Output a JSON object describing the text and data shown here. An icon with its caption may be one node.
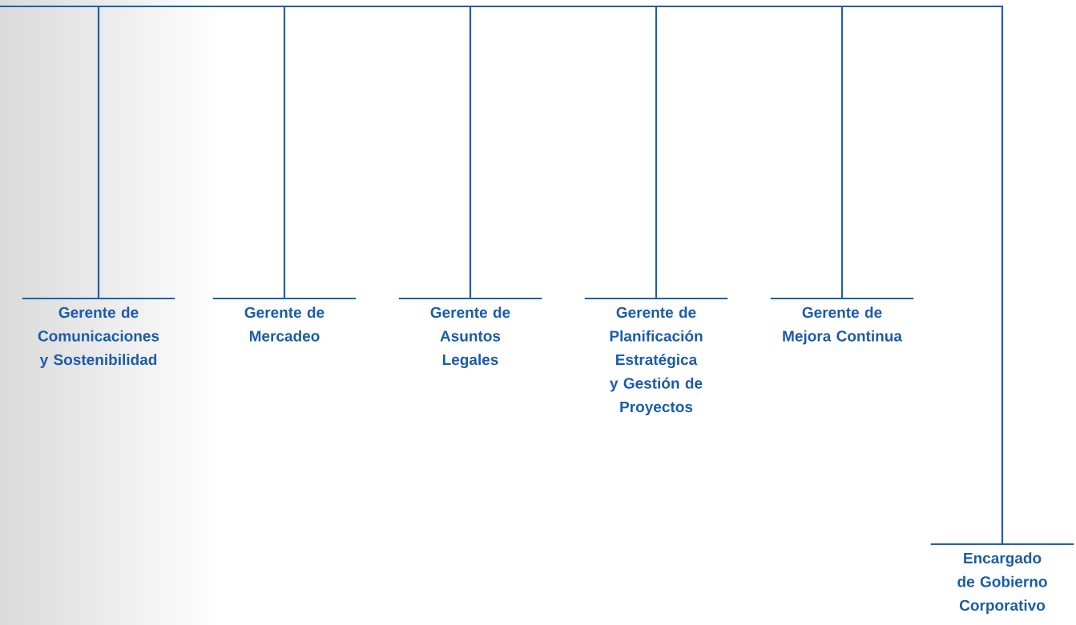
{
  "diagram": {
    "nodes": [
      {
        "text": [
          "Gerente de Comunicaciones y Sostenibilidad"
        ]
      },
      {
        "text": [
          "Gerente de Mercadeo"
        ]
      },
      {
        "text": [
          "Gerente de Asuntos Legales"
        ]
      },
      {
        "text": [
          "Gerente de Planificación Estratégica y Gestión de Proyectos"
        ]
      },
      {
        "text": [
          "Gerente de Mejora Continua"
        ]
      },
      {
        "text": [
          "Encargado de Gobierno Corporativo"
        ]
      }
    ],
    "edges": [
      {
        "from": null,
        "to": 0,
        "arrow": "none"
      },
      {
        "from": null,
        "to": 1,
        "arrow": "none"
      },
      {
        "from": null,
        "to": 2,
        "arrow": "none"
      },
      {
        "from": null,
        "to": 3,
        "arrow": "none"
      },
      {
        "from": null,
        "to": 4,
        "arrow": "none"
      },
      {
        "from": null,
        "to": 5,
        "arrow": "none"
      }
    ]
  }
}
